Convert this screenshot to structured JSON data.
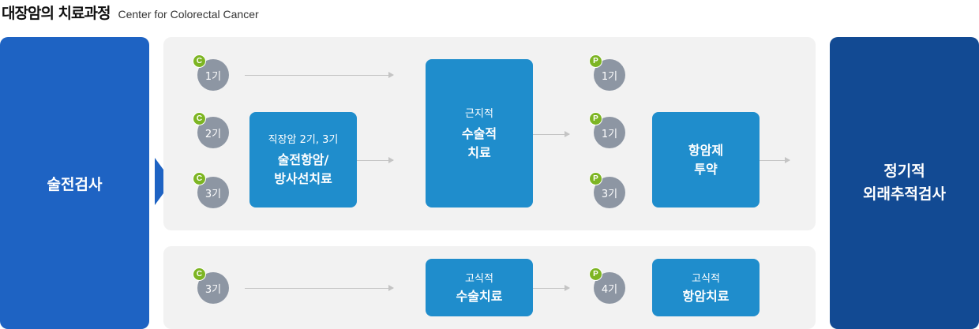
{
  "header": {
    "title_ko": "대장암의 치료과정",
    "title_en": "Center for Colorectal Cancer"
  },
  "pre_exam": {
    "label": "술전검사"
  },
  "followup": {
    "label": "정기적\n외래추적검사"
  },
  "badges": {
    "c": "C",
    "p": "P"
  },
  "stages": {
    "top_c1": "1기",
    "top_c2": "2기",
    "top_c3": "3기",
    "top_p1a": "1기",
    "top_p1b": "1기",
    "top_p3": "3기",
    "bottom_c3": "3기",
    "bottom_p4": "4기"
  },
  "treatments": {
    "neoadjuvant": {
      "sub": "직장암 2기, 3기",
      "main": "술전항암/\n방사선치료"
    },
    "radical_surgery": {
      "sub": "근지적",
      "main": "수술적\n치료"
    },
    "chemo": {
      "main": "항암제\n투약"
    },
    "palliative_surgery": {
      "sub": "고식적",
      "main": "수술치료"
    },
    "palliative_chemo": {
      "sub": "고식적",
      "main": "항암치료"
    }
  },
  "colors": {
    "pre_exam": "#1e63c3",
    "followup": "#124a93",
    "treatment": "#1f8dcc",
    "stage_circle": "#8d96a3",
    "badge": "#7db523",
    "panel": "#f2f2f2"
  }
}
